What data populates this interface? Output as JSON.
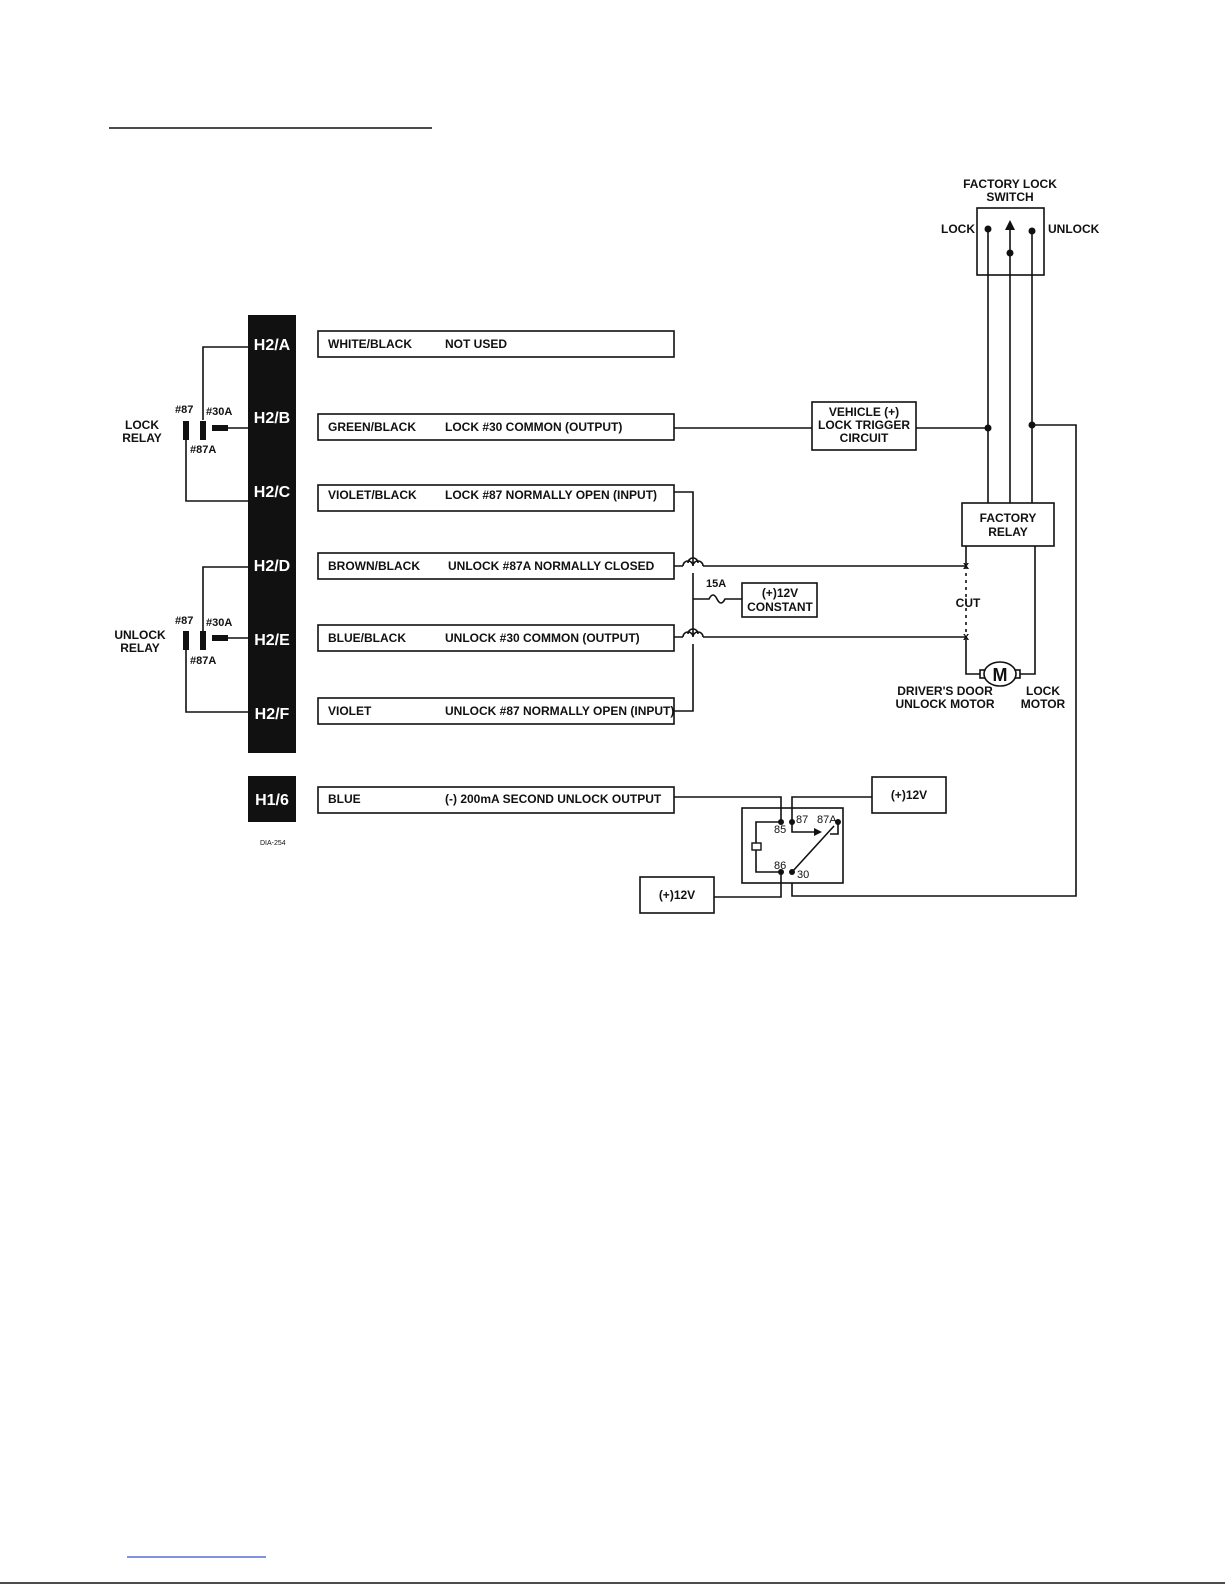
{
  "harness_rows": [
    {
      "pin": "H2/A",
      "color": "WHITE/BLACK",
      "function": "NOT USED"
    },
    {
      "pin": "H2/B",
      "color": "GREEN/BLACK",
      "function": "LOCK #30 COMMON (OUTPUT)"
    },
    {
      "pin": "H2/C",
      "color": "VIOLET/BLACK",
      "function": "LOCK #87 NORMALLY OPEN (INPUT)"
    },
    {
      "pin": "H2/D",
      "color": "BROWN/BLACK",
      "function": "UNLOCK #87A NORMALLY CLOSED"
    },
    {
      "pin": "H2/E",
      "color": "BLUE/BLACK",
      "function": "UNLOCK #30 COMMON (OUTPUT)"
    },
    {
      "pin": "H2/F",
      "color": "VIOLET",
      "function": "UNLOCK #87 NORMALLY OPEN (INPUT)"
    }
  ],
  "h1": {
    "pin": "H1/6",
    "color": "BLUE",
    "function": "(-) 200mA SECOND UNLOCK OUTPUT"
  },
  "lock_relay": {
    "line1": "LOCK",
    "line2": "RELAY",
    "t87": "#87",
    "t30a": "#30A",
    "t87a": "#87A"
  },
  "unlock_relay": {
    "line1": "UNLOCK",
    "line2": "RELAY",
    "t87": "#87",
    "t30a": "#30A",
    "t87a": "#87A"
  },
  "factory_switch": {
    "title1": "FACTORY LOCK",
    "title2": "SWITCH",
    "lock": "LOCK",
    "unlock": "UNLOCK"
  },
  "vehicle_trigger": {
    "line1": "VEHICLE (+)",
    "line2": "LOCK TRIGGER",
    "line3": "CIRCUIT"
  },
  "factory_relay": {
    "line1": "FACTORY",
    "line2": "RELAY"
  },
  "cut_label": "CUT",
  "fuse_label": "15A",
  "constant": {
    "line1": "(+)12V",
    "line2": "CONSTANT"
  },
  "motor": {
    "symbol": "M",
    "left1": "DRIVER'S DOOR",
    "left2": "UNLOCK MOTOR",
    "right1": "LOCK",
    "right2": "MOTOR"
  },
  "relay_terms": {
    "t85": "85",
    "t87": "87",
    "t87a": "87A",
    "t86": "86",
    "t30": "30"
  },
  "plus12v": "(+)12V",
  "diagram_code": "DIA-254"
}
